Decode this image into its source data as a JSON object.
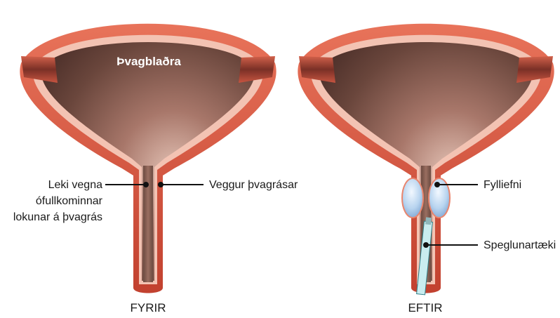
{
  "labels": {
    "bladder": "Þvagblaðra",
    "leak_line1": "Leki vegna",
    "leak_line2": "ófullkominnar",
    "leak_line3": "lokunar á þvagrás",
    "urethra_wall": "Veggur þvagrásar",
    "filler": "Fylliefni",
    "cystoscope": "Speglunartæki"
  },
  "captions": {
    "before": "FYRIR",
    "after": "EFTIR"
  },
  "colors": {
    "muscle_outer": "#c94a36",
    "muscle_mid": "#e06a52",
    "lining_pink": "#f6c9bc",
    "cavity_dark": "#5a3a32",
    "cavity_light": "#d9b2a4",
    "filler_blue": "#9ec3e6",
    "scope_cyan": "#bfe7ea"
  }
}
